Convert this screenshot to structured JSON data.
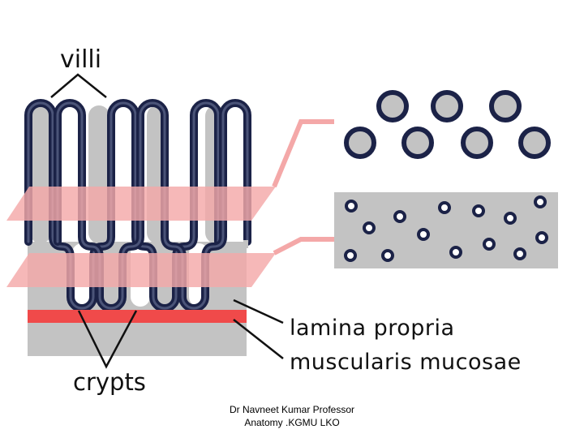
{
  "labels": {
    "villi": "villi",
    "lamina_propria": "lamina propria",
    "muscularis_mucosae": "muscularis mucosae",
    "crypts": "crypts"
  },
  "credit": {
    "line1": "Dr Navneet Kumar Professor",
    "line2": "Anatomy .KGMU LKO"
  },
  "colors": {
    "tissue": "#c3c3c3",
    "outline": "#1b2247",
    "section_plane": "#f4a8a8",
    "muscularis_band": "#f04a4a",
    "section_fill": "#c3c3c3"
  }
}
